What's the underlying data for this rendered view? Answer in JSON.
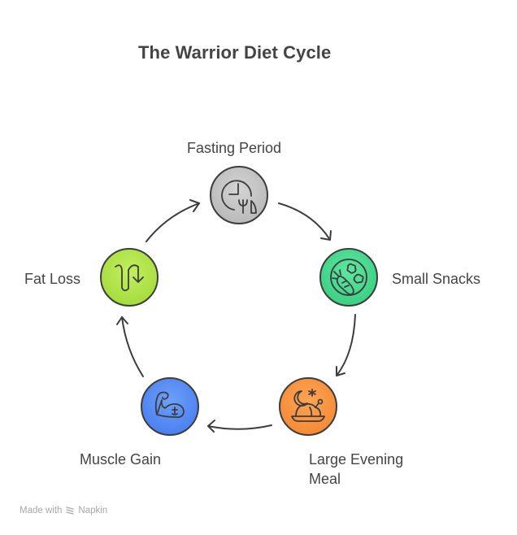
{
  "title": "The Warrior Diet Cycle",
  "nodes": [
    {
      "id": "fasting-period",
      "label": "Fasting Period",
      "icon": "clock-fork-knife-icon",
      "color": "#c8c8c8"
    },
    {
      "id": "small-snacks",
      "label": "Small Snacks",
      "icon": "carrot-plate-icon",
      "color": "#4cdb8e"
    },
    {
      "id": "large-evening-meal",
      "label": "Large Evening Meal",
      "label_lines": [
        "Large Evening",
        "Meal"
      ],
      "icon": "moon-roast-meal-icon",
      "color": "#fb9a45"
    },
    {
      "id": "muscle-gain",
      "label": "Muscle Gain",
      "icon": "flexed-bicep-icon",
      "color": "#5b8ff5"
    },
    {
      "id": "fat-loss",
      "label": "Fat Loss",
      "icon": "wavy-down-arrow-icon",
      "color": "#b5e84e"
    }
  ],
  "cycle_direction": "clockwise",
  "footer": {
    "made_with": "Made with",
    "brand": "Napkin"
  }
}
